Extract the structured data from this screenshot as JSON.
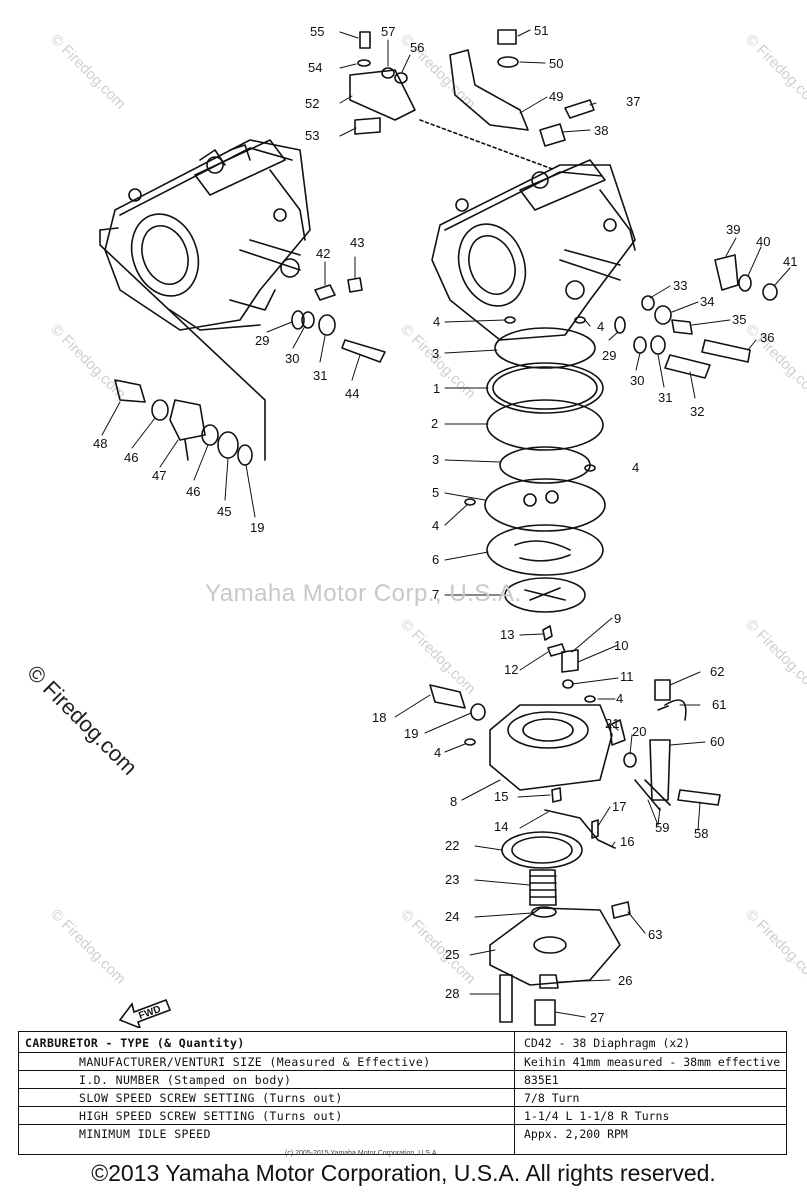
{
  "watermarks": {
    "center": "Yamaha Motor Corp., U.S.A.",
    "side": "© Firedog.com",
    "tile": "© Firedog.com"
  },
  "callouts": [
    {
      "n": "55"
    },
    {
      "n": "57"
    },
    {
      "n": "56"
    },
    {
      "n": "54"
    },
    {
      "n": "52"
    },
    {
      "n": "53"
    },
    {
      "n": "51"
    },
    {
      "n": "50"
    },
    {
      "n": "49"
    },
    {
      "n": "37"
    },
    {
      "n": "38"
    },
    {
      "n": "42"
    },
    {
      "n": "43"
    },
    {
      "n": "29"
    },
    {
      "n": "30"
    },
    {
      "n": "31"
    },
    {
      "n": "44"
    },
    {
      "n": "48"
    },
    {
      "n": "46"
    },
    {
      "n": "47"
    },
    {
      "n": "46"
    },
    {
      "n": "45"
    },
    {
      "n": "19"
    },
    {
      "n": "39"
    },
    {
      "n": "40"
    },
    {
      "n": "41"
    },
    {
      "n": "33"
    },
    {
      "n": "34"
    },
    {
      "n": "35"
    },
    {
      "n": "36"
    },
    {
      "n": "4"
    },
    {
      "n": "4"
    },
    {
      "n": "29"
    },
    {
      "n": "30"
    },
    {
      "n": "31"
    },
    {
      "n": "32"
    },
    {
      "n": "3"
    },
    {
      "n": "1"
    },
    {
      "n": "2"
    },
    {
      "n": "3"
    },
    {
      "n": "4"
    },
    {
      "n": "5"
    },
    {
      "n": "4"
    },
    {
      "n": "6"
    },
    {
      "n": "7"
    },
    {
      "n": "9"
    },
    {
      "n": "13"
    },
    {
      "n": "10"
    },
    {
      "n": "12"
    },
    {
      "n": "11"
    },
    {
      "n": "62"
    },
    {
      "n": "61"
    },
    {
      "n": "18"
    },
    {
      "n": "4"
    },
    {
      "n": "19"
    },
    {
      "n": "21"
    },
    {
      "n": "20"
    },
    {
      "n": "60"
    },
    {
      "n": "4"
    },
    {
      "n": "8"
    },
    {
      "n": "15"
    },
    {
      "n": "17"
    },
    {
      "n": "59"
    },
    {
      "n": "58"
    },
    {
      "n": "14"
    },
    {
      "n": "16"
    },
    {
      "n": "22"
    },
    {
      "n": "23"
    },
    {
      "n": "24"
    },
    {
      "n": "63"
    },
    {
      "n": "25"
    },
    {
      "n": "26"
    },
    {
      "n": "28"
    },
    {
      "n": "27"
    }
  ],
  "fwd_label": "FWD",
  "spec_table": {
    "rows": [
      {
        "label": "CARBURETOR - TYPE (& Quantity)",
        "value": "CD42 - 38 Diaphragm (x2)"
      },
      {
        "label": "MANUFACTURER/VENTURI SIZE (Measured & Effective)",
        "value": "Keihin   41mm measured - 38mm effective"
      },
      {
        "label": "I.D. NUMBER (Stamped on body)",
        "value": "835E1"
      },
      {
        "label": "SLOW SPEED SCREW SETTING (Turns out)",
        "value": "7/8 Turn"
      },
      {
        "label": "HIGH SPEED SCREW SETTING (Turns out)",
        "value": "1-1/4 L     1-1/8 R Turns"
      },
      {
        "label": "MINIMUM IDLE SPEED",
        "value": "Appx. 2,200 RPM"
      }
    ],
    "footnote": "(c) 2005-2015 Yamaha Motor Corporation, U.S.A."
  },
  "copyright": "©2013 Yamaha Motor Corporation, U.S.A. All rights reserved."
}
